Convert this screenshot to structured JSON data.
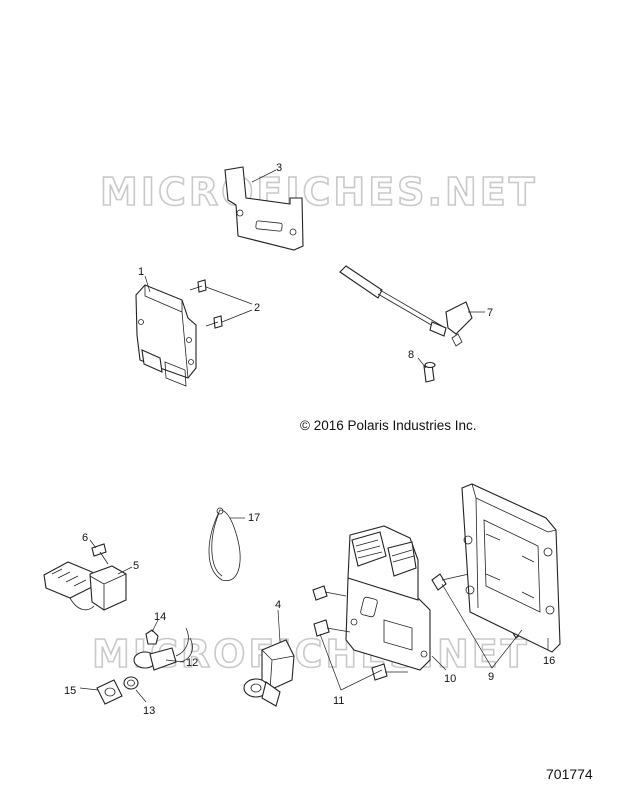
{
  "watermark": "MICROFICHES.NET",
  "copyright": "© 2016 Polaris Industries Inc.",
  "reference_number": "701774",
  "callouts": [
    "1",
    "2",
    "3",
    "4",
    "5",
    "6",
    "7",
    "8",
    "9",
    "10",
    "11",
    "12",
    "13",
    "14",
    "15",
    "16",
    "17"
  ]
}
